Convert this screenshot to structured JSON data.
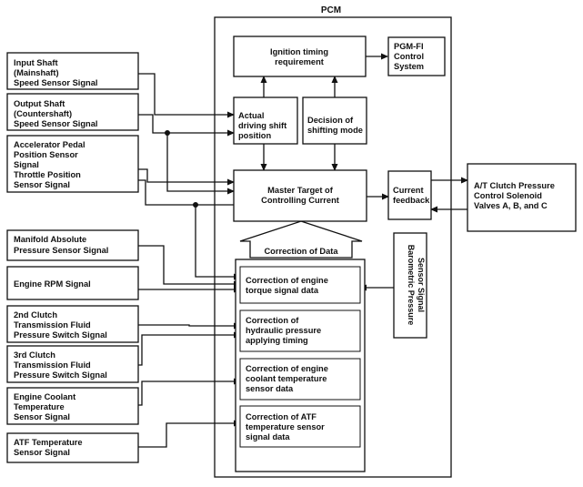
{
  "pcm": {
    "title": "PCM"
  },
  "inputs": [
    {
      "id": "input-shaft",
      "lines": [
        "Input Shaft",
        "(Mainshaft)",
        "Speed Sensor Signal"
      ]
    },
    {
      "id": "output-shaft",
      "lines": [
        "Output Shaft",
        "(Countershaft)",
        "Speed Sensor Signal"
      ]
    },
    {
      "id": "accel-throttle",
      "lines": [
        "Accelerator Pedal",
        "Position Sensor",
        "Signal",
        "Throttle Position",
        "Sensor Signal"
      ]
    },
    {
      "id": "map",
      "lines": [
        "Manifold Absolute",
        "Pressure Sensor Signal"
      ]
    },
    {
      "id": "engine-rpm",
      "lines": [
        "Engine RPM Signal"
      ]
    },
    {
      "id": "2nd-clutch",
      "lines": [
        "2nd Clutch",
        "Transmission Fluid",
        "Pressure Switch Signal"
      ]
    },
    {
      "id": "3rd-clutch",
      "lines": [
        "3rd Clutch",
        "Transmission Fluid",
        "Pressure Switch Signal"
      ]
    },
    {
      "id": "coolant",
      "lines": [
        "Engine Coolant",
        "Temperature",
        "Sensor Signal"
      ]
    },
    {
      "id": "atf",
      "lines": [
        "ATF Temperature",
        "Sensor Signal"
      ]
    }
  ],
  "blocks": {
    "ignition": [
      "Ignition timing",
      "requirement"
    ],
    "pgmfi": [
      "PGM-FI",
      "Control",
      "System"
    ],
    "actual": [
      "Actual",
      "driving shift",
      "position"
    ],
    "decision": [
      "Decision of",
      "shifting mode"
    ],
    "master": [
      "Master Target of",
      "Controlling Current"
    ],
    "feedback": [
      "Current",
      "feedback"
    ],
    "solenoid": [
      "A/T Clutch Pressure",
      "Control Solenoid",
      "Valves A, B, and C"
    ],
    "correction_title": [
      "Correction of Data"
    ],
    "barometric": [
      "Barometric Pressure",
      "Sensor Signal"
    ]
  },
  "corrections": [
    {
      "id": "torque",
      "lines": [
        "Correction of engine",
        "torque signal data"
      ]
    },
    {
      "id": "hydraulic",
      "lines": [
        "Correction of",
        "hydraulic pressure",
        "applying timing"
      ]
    },
    {
      "id": "coolant-temp",
      "lines": [
        "Correction of engine",
        "coolant temperature",
        "sensor data"
      ]
    },
    {
      "id": "atf-temp",
      "lines": [
        "Correction of ATF",
        "temperature sensor",
        "signal data"
      ]
    }
  ]
}
